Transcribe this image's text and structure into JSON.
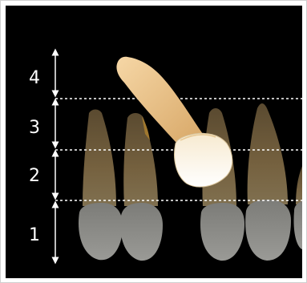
{
  "diagram": {
    "zone_labels": [
      "4",
      "3",
      "2",
      "1"
    ]
  },
  "colors": {
    "background": "#000000",
    "root_brown": "#6e5a3a",
    "crown_gray": "#8a8a8a",
    "highlight_tooth": "#f2c58a",
    "highlight_crown": "#fbf3e2",
    "guide_line": "#ffffff"
  }
}
